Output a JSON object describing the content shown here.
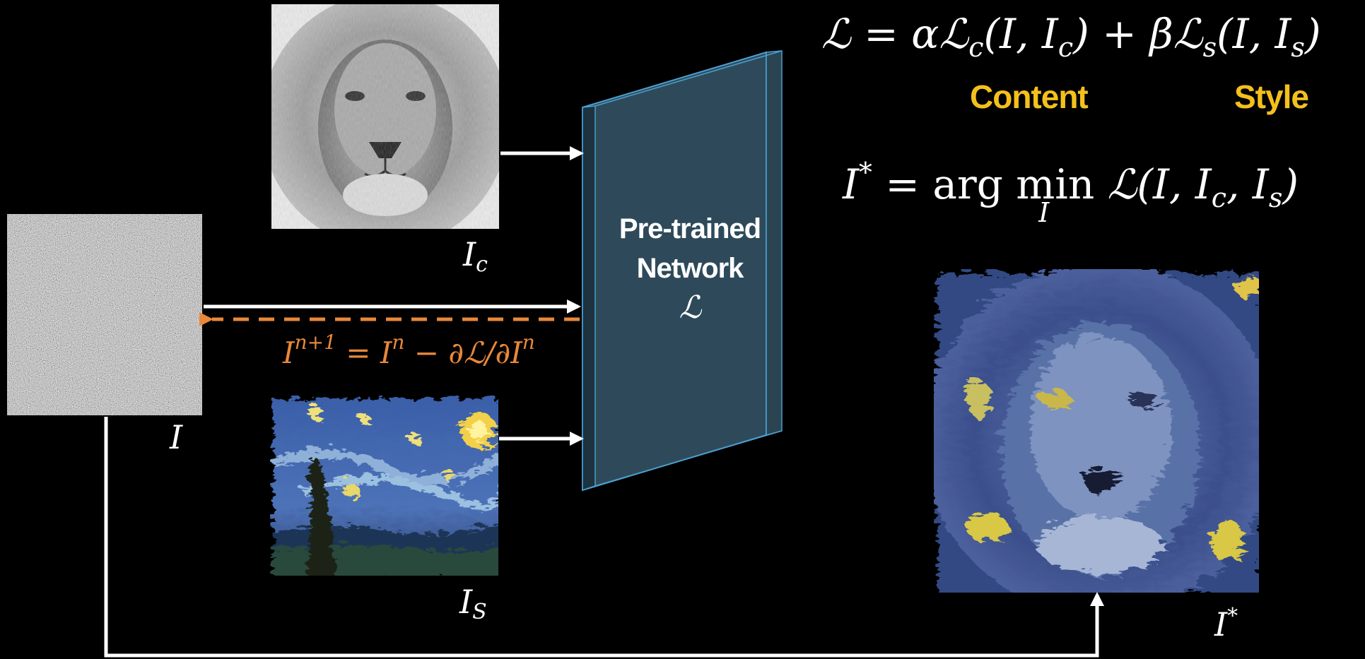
{
  "formulas": {
    "loss": {
      "lhs": "ℒ",
      "eq": "=",
      "alpha": "α",
      "lc": "ℒ",
      "c_sub": "c",
      "lc_args_open": "(I, I",
      "lc_args_sub": "c",
      "lc_args_close": ")",
      "plus": "+",
      "beta": "β",
      "ls": "ℒ",
      "s_sub": "s",
      "ls_args_open": "(I, I",
      "ls_args_sub": "s",
      "ls_args_close": ")"
    },
    "optimum": {
      "lhs": "I",
      "star": "*",
      "eq": "=",
      "arg": "arg",
      "min": "min",
      "min_sub": "I",
      "rhs_open": "ℒ(I, I",
      "rhs_sub1": "c",
      "rhs_mid": ", I",
      "rhs_sub2": "s",
      "rhs_close": ")"
    },
    "update": {
      "i1": "I",
      "sup1": "n+1",
      "eq": "=",
      "i2": "I",
      "sup2": "n",
      "rest": "− ∂ℒ/∂I",
      "sup3": "n"
    }
  },
  "tags": {
    "content": "Content",
    "style": "Style"
  },
  "network": {
    "line1": "Pre-trained",
    "line2": "Network",
    "symbol": "ℒ"
  },
  "labels": {
    "content_image": {
      "base": "I",
      "sub": "c"
    },
    "style_image": {
      "base": "I",
      "sub": "S"
    },
    "input_image": {
      "base": "I"
    },
    "output_image": {
      "base": "I",
      "sup": "*"
    }
  },
  "colors": {
    "background": "#000000",
    "tag_yellow": "#f3c01c",
    "gradient_orange": "#e8883a",
    "network_fill": "#2e4a5a",
    "network_edge": "#4a9fcf",
    "arrow_white": "#ffffff"
  },
  "images": {
    "content": "grayscale lion portrait",
    "style": "starry night painting",
    "input": "random noise",
    "output": "stylized lion"
  }
}
